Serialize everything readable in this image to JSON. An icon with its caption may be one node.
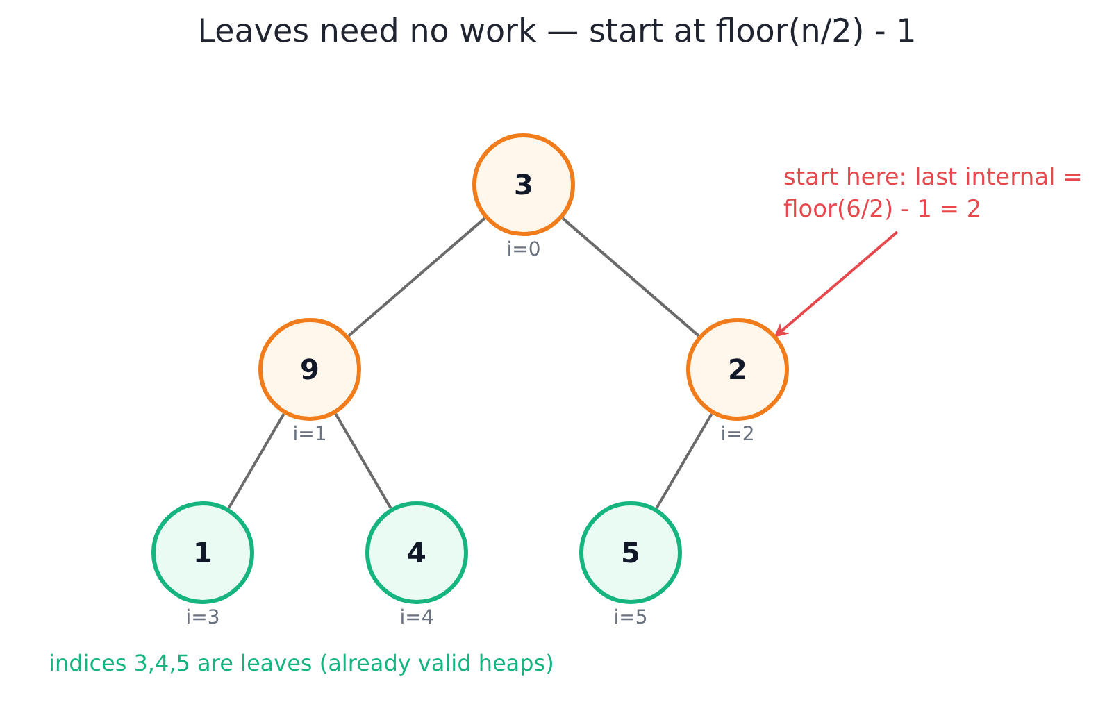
{
  "diagram": {
    "title": "Leaves need no work — start at floor(n/2) - 1",
    "nodes": [
      {
        "text": [
          "3"
        ],
        "beside": [
          "i=0"
        ]
      },
      {
        "text": [
          "9"
        ],
        "beside": [
          "i=1"
        ]
      },
      {
        "text": [
          "2"
        ],
        "beside": [
          "i=2"
        ]
      },
      {
        "text": [
          "1"
        ],
        "beside": [
          "i=3"
        ]
      },
      {
        "text": [
          "4"
        ],
        "beside": [
          "i=4"
        ]
      },
      {
        "text": [
          "5"
        ],
        "beside": [
          "i=5"
        ]
      },
      {
        "text": [
          "start here: last internal = floor(6/2) - 1 = 2"
        ]
      }
    ],
    "edges": [
      {
        "from": 0,
        "to": 1,
        "arrow": "none"
      },
      {
        "from": 0,
        "to": 2,
        "arrow": "none"
      },
      {
        "from": 1,
        "to": 3,
        "arrow": "none"
      },
      {
        "from": 1,
        "to": 4,
        "arrow": "none"
      },
      {
        "from": 2,
        "to": 5,
        "arrow": "none"
      },
      {
        "from": 6,
        "to": 2,
        "arrow": "to",
        "color": "#e5484d"
      }
    ],
    "labels": [
      "indices 3,4,5 are leaves (already valid heaps)"
    ]
  }
}
